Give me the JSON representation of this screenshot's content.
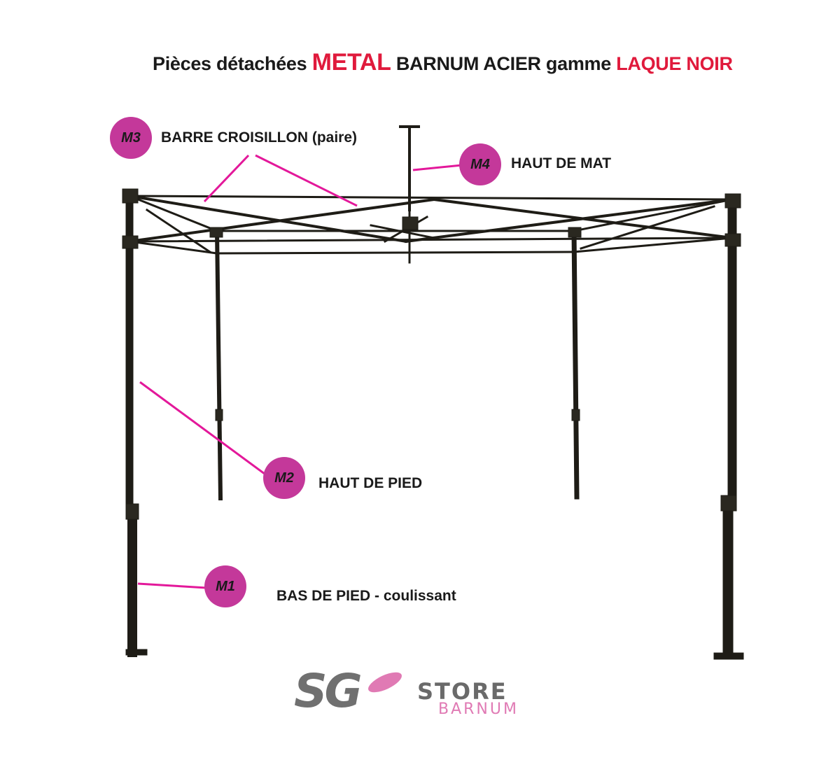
{
  "title": {
    "prefix": "Pièces détachées",
    "metal": "METAL",
    "middle": "BARNUM ACIER  gamme",
    "suffix": "LAQUE NOIR"
  },
  "parts": [
    {
      "code": "M3",
      "label": "BARRE CROISILLON (paire)"
    },
    {
      "code": "M4",
      "label": "HAUT DE MAT"
    },
    {
      "code": "M2",
      "label": "HAUT DE PIED"
    },
    {
      "code": "M1",
      "label": "BAS DE PIED - coulissant"
    }
  ],
  "logo": {
    "sg": "SG",
    "store": "STORE",
    "barnum": "BARNUM"
  },
  "colors": {
    "accent": "#e01a3c",
    "badge": "#c4389a",
    "leader": "#e3189a",
    "frame": "#1e1c16"
  }
}
